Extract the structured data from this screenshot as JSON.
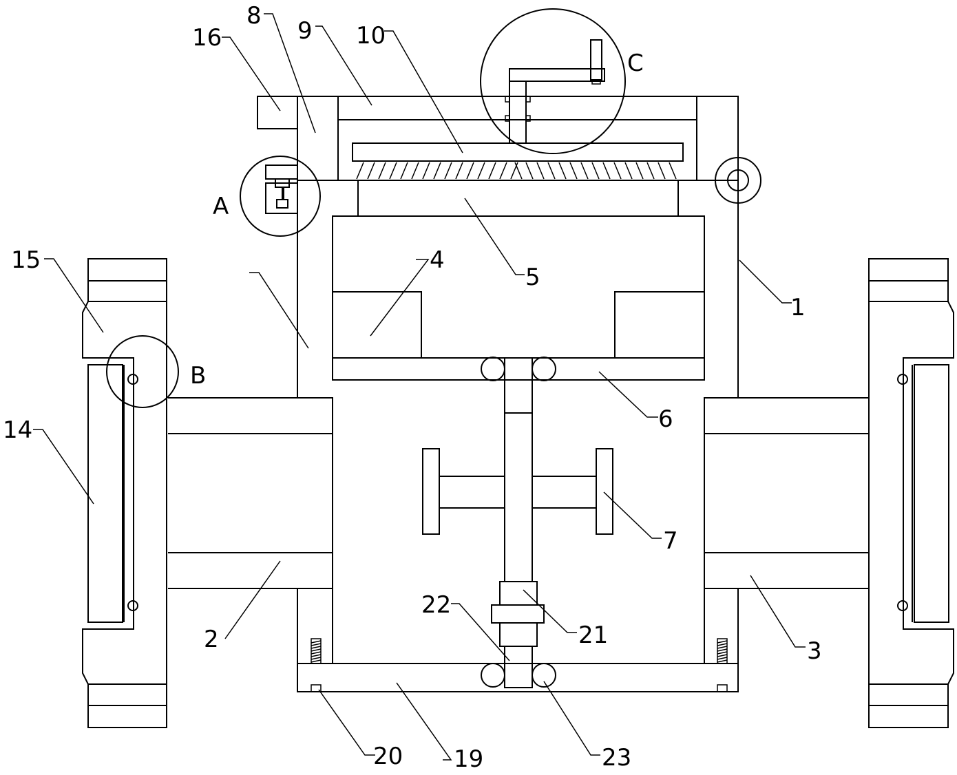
{
  "labels": {
    "n1": "1",
    "n2": "2",
    "n3": "3",
    "n4": "4",
    "n5": "5",
    "n6": "6",
    "n7": "7",
    "n8": "8",
    "n9": "9",
    "n10": "10",
    "n14": "14",
    "n15": "15",
    "n16": "16",
    "n19": "19",
    "n20": "20",
    "n21": "21",
    "n22": "22",
    "n23": "23",
    "detailA": "A",
    "detailB": "B",
    "detailC": "C"
  }
}
